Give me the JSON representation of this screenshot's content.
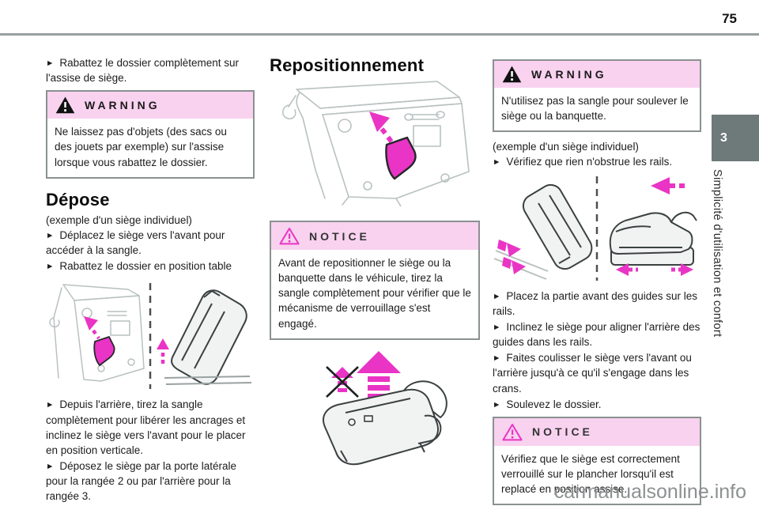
{
  "glyphs": {
    "bullet": "►"
  },
  "page": {
    "number": "75",
    "tab_number": "3",
    "side_label": "Simplicité d'utilisation et confort",
    "watermark": "carmanualsonline.info"
  },
  "colors": {
    "accent_magenta": "#ea34c5",
    "alert_header_pink": "#f8d2ef",
    "tab_gray": "#6e7979",
    "rule_gray": "#98a0a0"
  },
  "col1": {
    "intro_step": "Rabattez le dossier complètement sur l'assise de siège.",
    "warning": {
      "label": "WARNING",
      "text": "Ne laissez pas d'objets (des sacs ou des jouets par exemple) sur l'assise lorsque vous rabattez le dossier."
    },
    "section_title": "Dépose",
    "example": "(exemple d'un siège individuel)",
    "steps": [
      "Déplacez le siège vers l'avant pour accéder à la sangle.",
      "Rabattez le dossier en position table"
    ],
    "steps_after": [
      "Depuis l'arrière, tirez la sangle complètement pour libérer les ancrages et inclinez le siège vers l'avant pour le placer en position verticale.",
      "Déposez le siège par la porte latérale pour la rangée 2 ou par l'arrière pour la rangée 3."
    ]
  },
  "col2": {
    "section_title": "Repositionnement",
    "notice": {
      "label": "NOTICE",
      "text": "Avant de repositionner le siège ou la banquette dans le véhicule, tirez la sangle complètement pour vérifier que le mécanisme de verrouillage s'est engagé."
    }
  },
  "col3": {
    "warning": {
      "label": "WARNING",
      "text": "N'utilisez pas la sangle pour soulever le siège ou la banquette."
    },
    "example": "(exemple d'un siège individuel)",
    "step_check": "Vérifiez que rien n'obstrue les rails.",
    "steps": [
      "Placez la partie avant des guides sur les rails.",
      "Inclinez le siège pour aligner l'arrière des guides dans les rails.",
      "Faites coulisser le siège vers l'avant ou l'arrière jusqu'à ce qu'il s'engage dans les crans.",
      "Soulevez le dossier."
    ],
    "notice": {
      "label": "NOTICE",
      "text": "Vérifiez que le siège est correctement verrouillé sur le plancher lorsqu'il est replacé en position assise."
    }
  }
}
